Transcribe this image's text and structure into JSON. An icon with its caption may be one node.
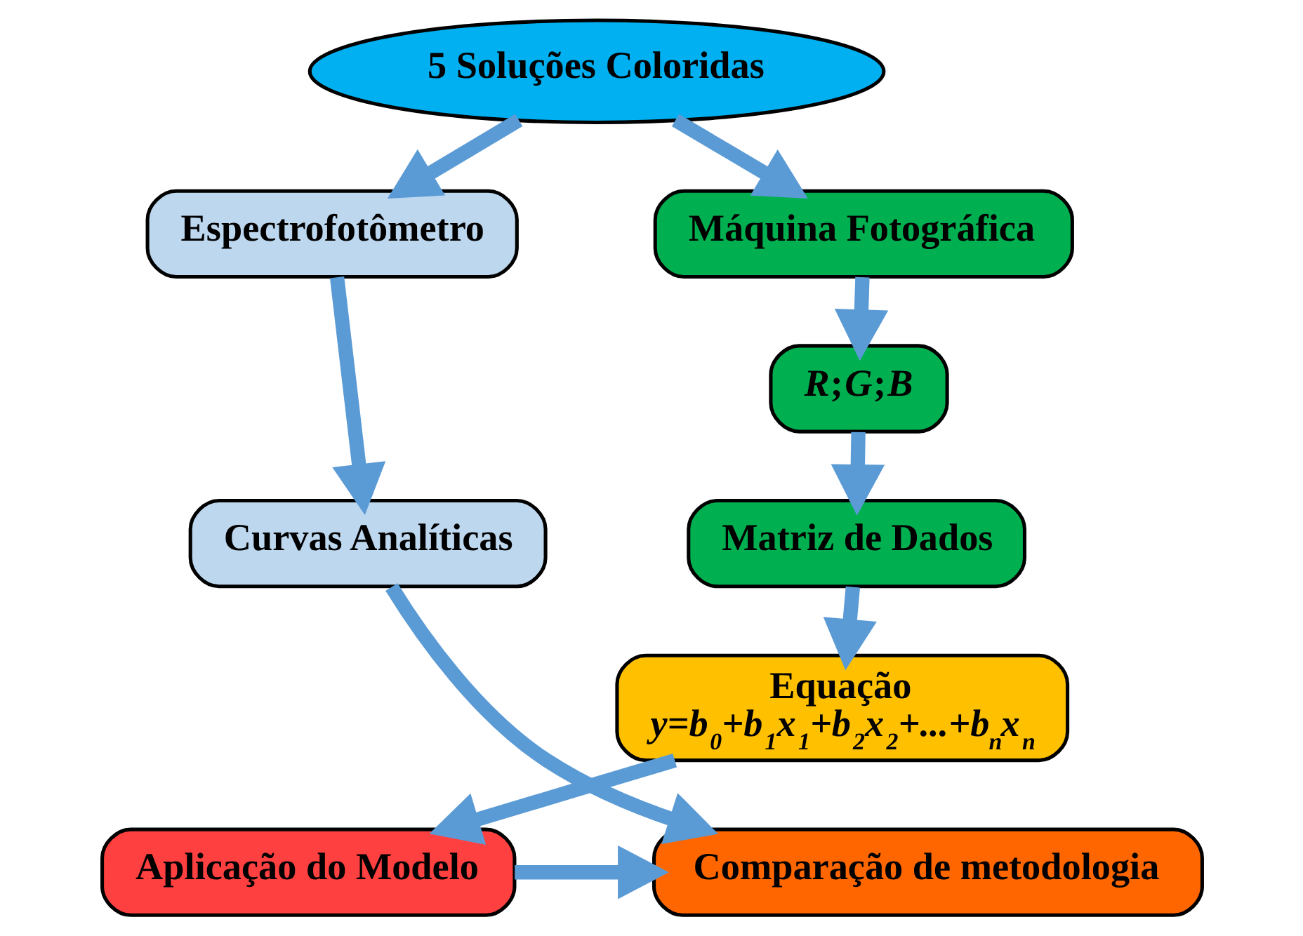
{
  "diagram": {
    "nodes": [
      {
        "text": [
          "5 Soluções Coloridas"
        ]
      },
      {
        "text": [
          "Espectrofotômetro"
        ]
      },
      {
        "text": [
          "Curvas Analíticas"
        ]
      },
      {
        "text": [
          "Máquina Fotográfica"
        ]
      },
      {
        "text": [
          "*R*;*G*;*B*"
        ]
      },
      {
        "text": [
          "Matriz de Dados"
        ]
      },
      {
        "text": [
          "Equação",
          "y=b$_{0}$+b$_{1}$x$_{1}$+b$_{2}$x$_{2}$+...+b$_{n}$x$_{n}$"
        ]
      },
      {
        "text": [
          "Comparação de metodologia"
        ]
      },
      {
        "text": [
          "Aplicação do Modelo"
        ]
      }
    ],
    "edges": [
      {
        "from": 0,
        "to": 1,
        "arrow": "to"
      },
      {
        "from": 0,
        "to": 3,
        "arrow": "to"
      },
      {
        "from": 1,
        "to": 2,
        "arrow": "to"
      },
      {
        "from": 3,
        "to": 4,
        "arrow": "to"
      },
      {
        "from": 4,
        "to": 5,
        "arrow": "to"
      },
      {
        "from": 5,
        "to": 6,
        "arrow": "to"
      },
      {
        "from": 6,
        "to": 8,
        "arrow": "to"
      },
      {
        "from": 8,
        "to": 7,
        "arrow": "to"
      },
      {
        "from": 2,
        "to": 7,
        "arrow": "to"
      }
    ]
  }
}
